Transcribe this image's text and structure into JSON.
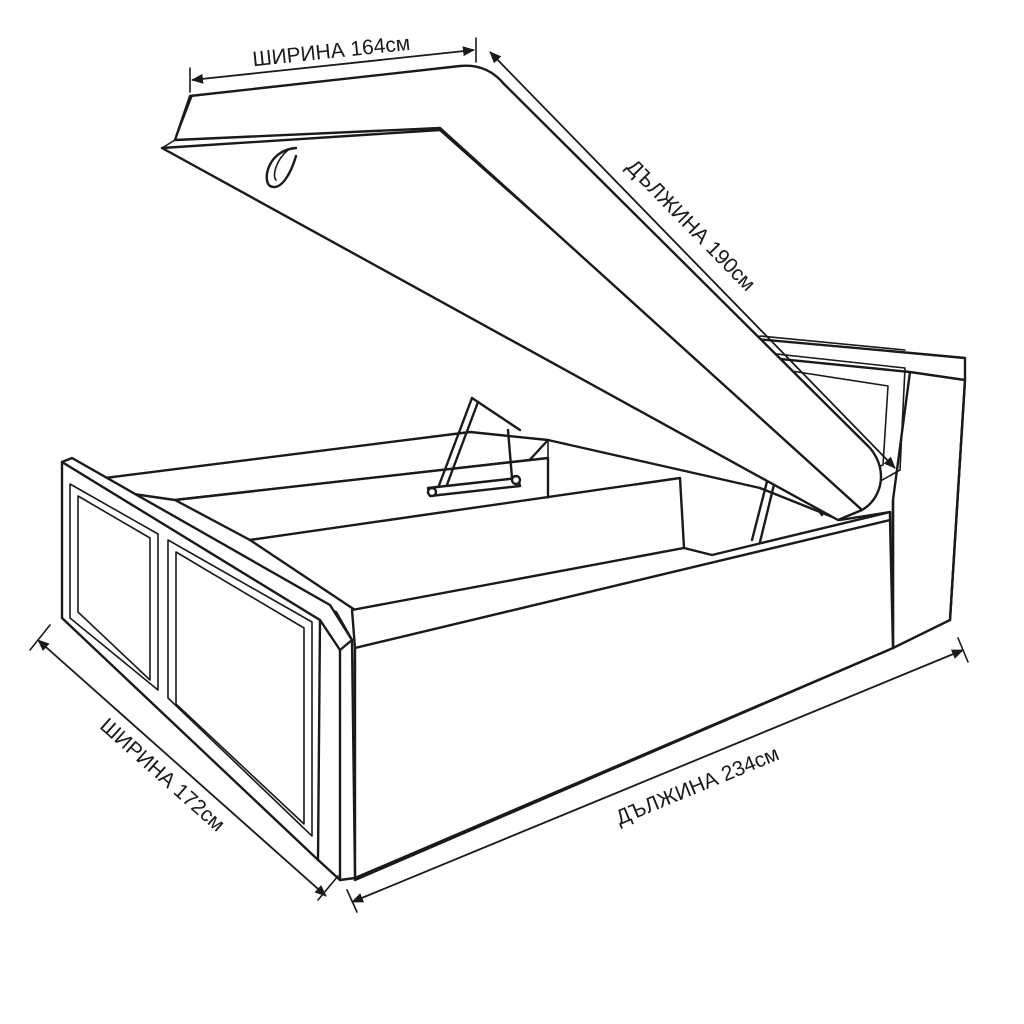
{
  "colors": {
    "line": "#1a1a1a",
    "background": "#ffffff"
  },
  "dimensions": {
    "mattress_width": "ШИРИНА 164см",
    "mattress_length": "ДЪЛЖИНА 190см",
    "bed_width": "ШИРИНА 172см",
    "bed_length": "ДЪЛЖИНА 234см"
  }
}
